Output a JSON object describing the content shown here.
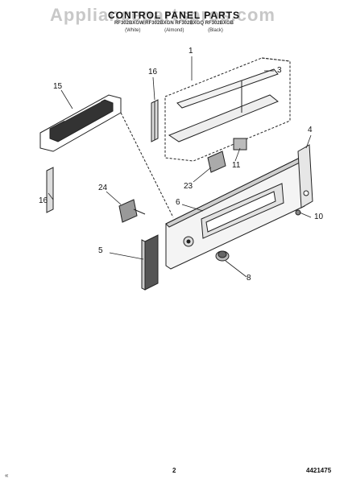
{
  "header": {
    "watermark": "Appliancepartspros.com",
    "title": "CONTROL PANEL PARTS",
    "models": "RF302BXGW RF302BXGN RF302BXGQ RF302BXGB",
    "colors": [
      "(White)",
      "(Almond)",
      "(Black)"
    ]
  },
  "labels": [
    "1",
    "3",
    "15",
    "16",
    "4",
    "11",
    "23",
    "24",
    "6",
    "16",
    "10",
    "5",
    "8"
  ],
  "footer": {
    "page": "2",
    "part_number": "4421475",
    "corner_mark": "«"
  }
}
